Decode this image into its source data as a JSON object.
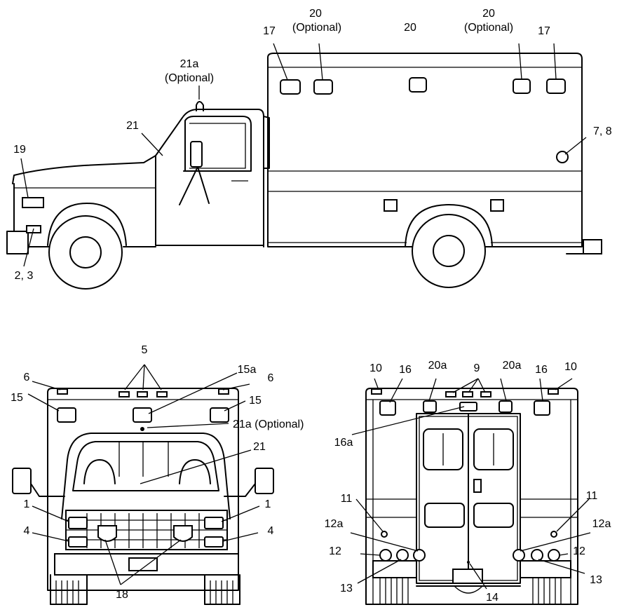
{
  "side_view": {
    "labels": {
      "l17_left": "17",
      "l20_opt_left_num": "20",
      "l20_opt_left_txt": "(Optional)",
      "l20_mid": "20",
      "l20_opt_right_num": "20",
      "l20_opt_right_txt": "(Optional)",
      "l17_right": "17",
      "l21a_num": "21a",
      "l21a_txt": "(Optional)",
      "l21": "21",
      "l19": "19",
      "l78": "7, 8",
      "l23": "2, 3"
    }
  },
  "front_view": {
    "labels": {
      "l5": "5",
      "l6_left": "6",
      "l15a": "15a",
      "l6_right": "6",
      "l15_left": "15",
      "l15_right": "15",
      "l21a": "21a (Optional)",
      "l21": "21",
      "l1_left": "1",
      "l1_right": "1",
      "l4_left": "4",
      "l4_right": "4",
      "l18": "18"
    }
  },
  "rear_view": {
    "labels": {
      "l10_left": "10",
      "l16_left": "16",
      "l20a_left": "20a",
      "l9": "9",
      "l20a_right": "20a",
      "l16_right": "16",
      "l10_right": "10",
      "l16a": "16a",
      "l11_left": "11",
      "l11_right": "11",
      "l12a_left": "12a",
      "l12a_right": "12a",
      "l12_left": "12",
      "l12_right": "12",
      "l13_left": "13",
      "l13_right": "13",
      "l14": "14"
    }
  }
}
